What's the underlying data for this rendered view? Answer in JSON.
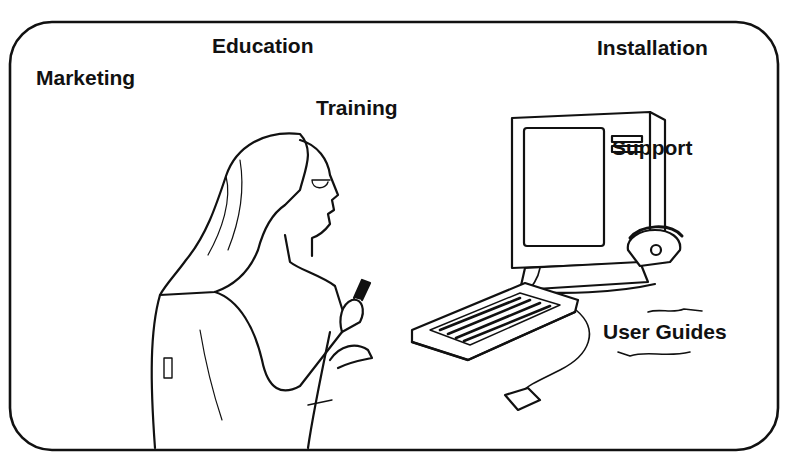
{
  "diagram": {
    "labels": [
      "Marketing",
      "Education",
      "Training",
      "Installation",
      "Support",
      "User Guides"
    ]
  }
}
